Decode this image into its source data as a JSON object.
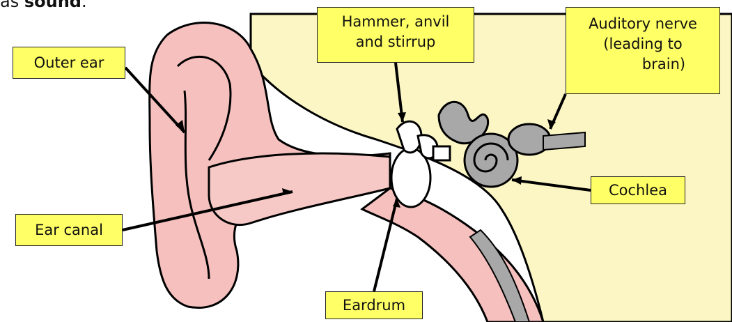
{
  "header": {
    "fragment_text": "as ",
    "fragment_bold": "sound",
    "fragment_tail": "."
  },
  "labels": {
    "outer_ear": "Outer ear",
    "hammer": [
      "Hammer, anvil",
      "and stirrup"
    ],
    "nerve": [
      "Auditory nerve",
      "(leading to",
      "brain)"
    ],
    "cochlea": "Cochlea",
    "ear_canal": "Ear canal",
    "eardrum": "Eardrum"
  },
  "colors": {
    "skin": "#f5c0be",
    "bone_area": "#fbf6c4",
    "label_fill": "#ffff66",
    "cochlea": "#a8a8a8",
    "outline": "#000000"
  }
}
